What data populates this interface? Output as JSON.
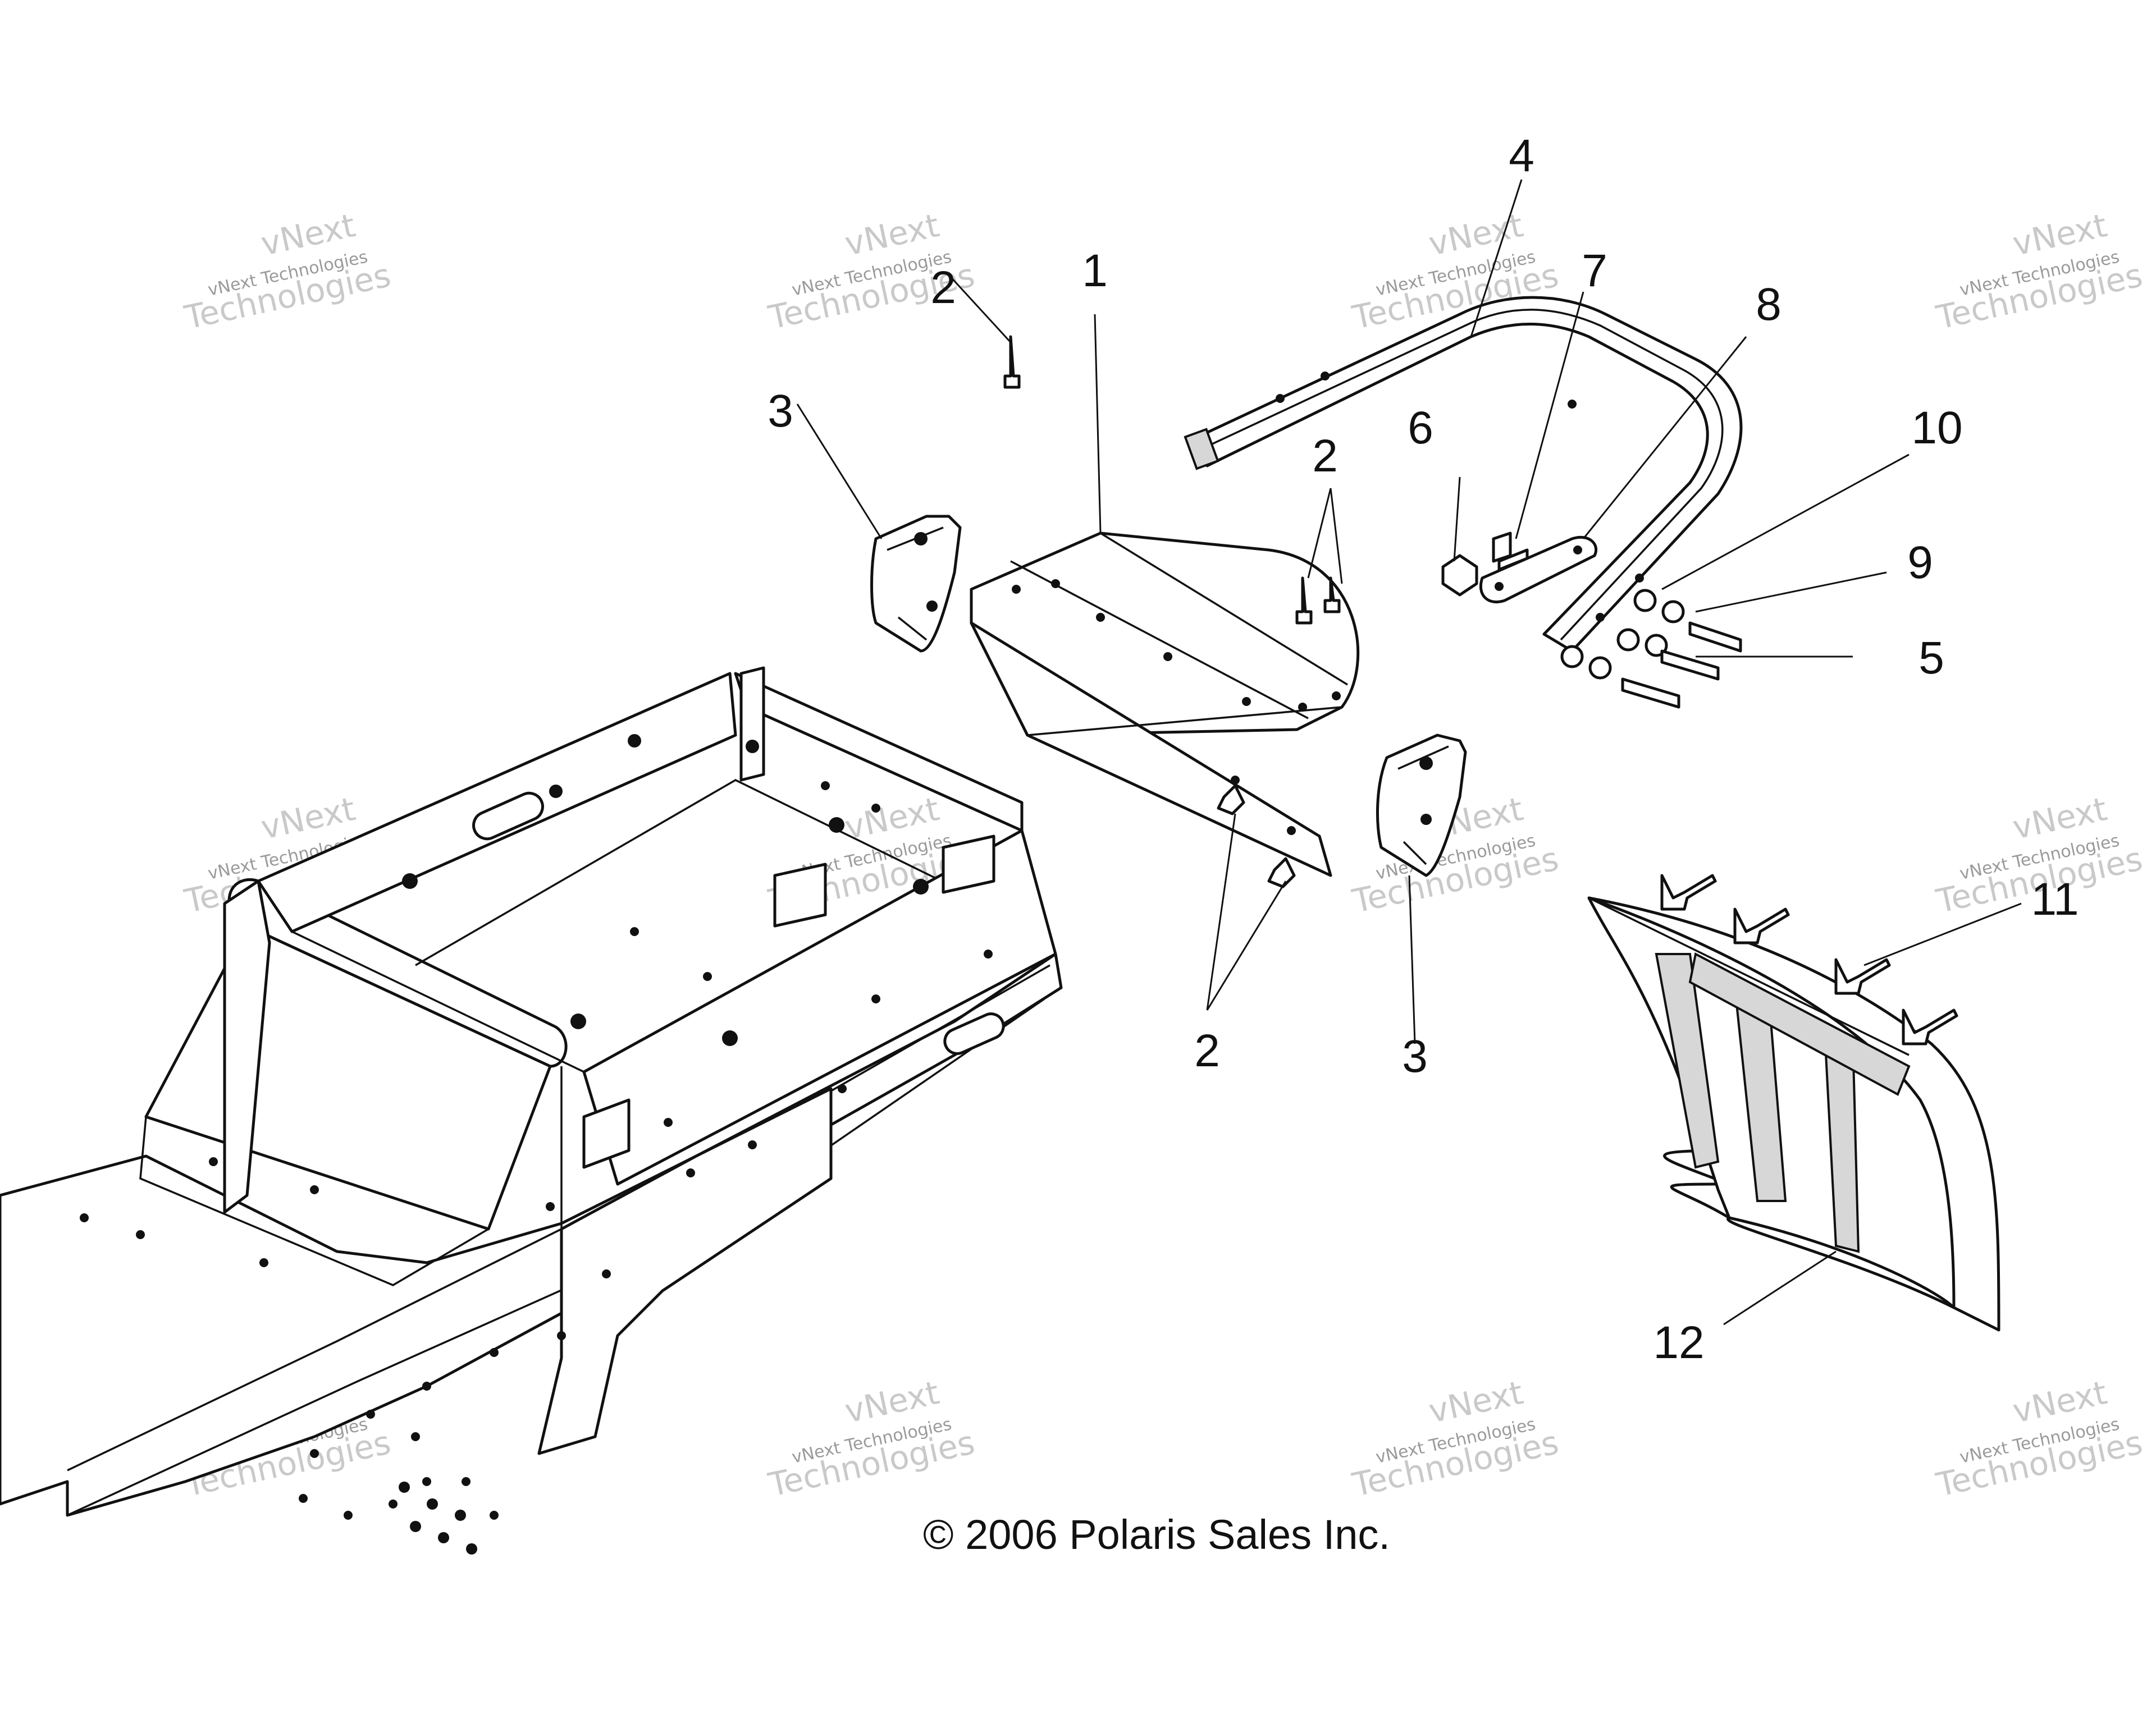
{
  "diagram": {
    "callouts": [
      {
        "id": "c1",
        "label": "1"
      },
      {
        "id": "c2a",
        "label": "2"
      },
      {
        "id": "c2b",
        "label": "2"
      },
      {
        "id": "c2c",
        "label": "2"
      },
      {
        "id": "c3a",
        "label": "3"
      },
      {
        "id": "c3b",
        "label": "3"
      },
      {
        "id": "c4",
        "label": "4"
      },
      {
        "id": "c5",
        "label": "5"
      },
      {
        "id": "c6",
        "label": "6"
      },
      {
        "id": "c7",
        "label": "7"
      },
      {
        "id": "c8",
        "label": "8"
      },
      {
        "id": "c9",
        "label": "9"
      },
      {
        "id": "c10",
        "label": "10"
      },
      {
        "id": "c11",
        "label": "11"
      },
      {
        "id": "c12",
        "label": "12"
      }
    ],
    "copyright": "© 2006 Polaris Sales Inc.",
    "watermark": {
      "line1": "vNext",
      "line2": "vNext Technologies",
      "line3": "Technologies"
    }
  }
}
